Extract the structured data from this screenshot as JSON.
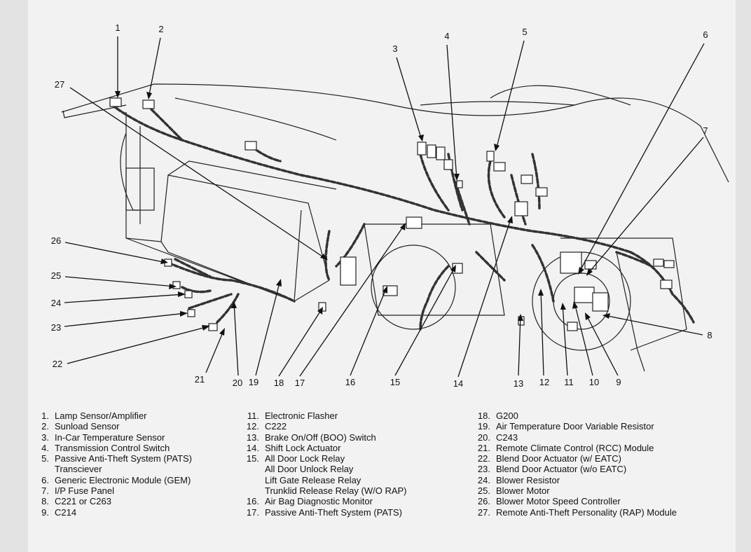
{
  "callouts": [
    "1",
    "2",
    "3",
    "4",
    "5",
    "6",
    "7",
    "8",
    "9",
    "10",
    "11",
    "12",
    "13",
    "14",
    "15",
    "16",
    "17",
    "18",
    "19",
    "20",
    "21",
    "22",
    "23",
    "24",
    "25",
    "26",
    "27"
  ],
  "legend": {
    "col1": [
      {
        "n": "1.",
        "t": "Lamp Sensor/Amplifier"
      },
      {
        "n": "2.",
        "t": "Sunload Sensor"
      },
      {
        "n": "3.",
        "t": "In-Car Temperature Sensor"
      },
      {
        "n": "4.",
        "t": "Transmission Control Switch"
      },
      {
        "n": "5.",
        "t": "Passive Anti-Theft System (PATS)",
        "c": [
          "Transciever"
        ]
      },
      {
        "n": "6.",
        "t": "Generic Electronic Module (GEM)"
      },
      {
        "n": "7.",
        "t": "I/P Fuse Panel"
      },
      {
        "n": "8.",
        "t": "C221 or C263"
      },
      {
        "n": "9.",
        "t": "C214"
      }
    ],
    "col2": [
      {
        "n": "11.",
        "t": "Electronic Flasher"
      },
      {
        "n": "12.",
        "t": "C222"
      },
      {
        "n": "13.",
        "t": "Brake On/Off (BOO) Switch"
      },
      {
        "n": "14.",
        "t": "Shift Lock Actuator"
      },
      {
        "n": "15.",
        "t": "All Door Lock Relay",
        "c": [
          "All Door Unlock Relay",
          "Lift Gate Release Relay",
          "Trunklid Release Relay (W/O RAP)"
        ]
      },
      {
        "n": "16.",
        "t": "Air Bag Diagnostic Monitor"
      },
      {
        "n": "17.",
        "t": "Passive Anti-Theft System (PATS)"
      }
    ],
    "col3": [
      {
        "n": "18.",
        "t": "G200"
      },
      {
        "n": "19.",
        "t": "Air Temperature Door Variable Resistor"
      },
      {
        "n": "20.",
        "t": "C243"
      },
      {
        "n": "21.",
        "t": "Remote Climate Control (RCC) Module"
      },
      {
        "n": "22.",
        "t": "Blend Door Actuator (w/ EATC)"
      },
      {
        "n": "23.",
        "t": "Blend Door Actuator (w/o EATC)"
      },
      {
        "n": "24.",
        "t": "Blower Resistor"
      },
      {
        "n": "25.",
        "t": "Blower Motor"
      },
      {
        "n": "26.",
        "t": "Blower Motor Speed Controller"
      },
      {
        "n": "27.",
        "t": "Remote Anti-Theft Personality (RAP) Module"
      }
    ]
  }
}
